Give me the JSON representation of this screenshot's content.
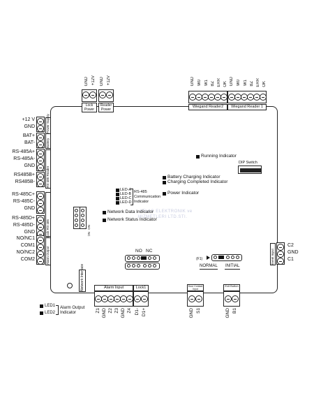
{
  "watermark": {
    "line1": "ATLAS ELEKTRONIK ve",
    "line2": "HIZMETLERI LTD.STI."
  },
  "top_connectors": {
    "left_pins": [
      "GND",
      "+12V",
      "GND",
      "+12V"
    ],
    "lock_power": "Lock Power",
    "reader_power": "Reader Power",
    "wiegand_pins": [
      "GND",
      "W0",
      "W1",
      "BZ",
      "ERR",
      "OK"
    ],
    "wiegand2": "Wiegand Reader2",
    "wiegand1": "Wiegand Reader 1"
  },
  "left_labels": {
    "power": [
      "+12 V",
      "GND"
    ],
    "battery": [
      "BAT+",
      "BAT-"
    ],
    "rs485_reader": [
      "RS-485A+",
      "RS-485A-",
      "GND"
    ],
    "rs485_b": [
      "RS485B+",
      "RS485B-"
    ],
    "rs485_c": [
      "RS-485C+",
      "RS-485C-",
      "GND"
    ],
    "rs485_d": [
      "RS-485D+",
      "RS-485D-",
      "GND"
    ],
    "alarm": [
      "NO/NC1",
      "COM1",
      "NO/NC2",
      "COM2"
    ]
  },
  "block_labels": {
    "power": "Power Supply",
    "battery": "Battery",
    "rs485_reader": "RS-485 Reader",
    "lock": "Lock RS-485",
    "alarm_output": "Alarm Output",
    "network": "Network Interface",
    "event_input": "Event Input",
    "alarm_input": "Alarm Input",
    "lock1": "Lock1",
    "door_contact": "Door Contact Input",
    "exit_button": "Exit Button"
  },
  "indicators": {
    "running": "Running Indicator",
    "dip_switch": "DIP Switch",
    "battery_charging": "Battery Charging Indicator",
    "charging_completed": "Charging Completed Indicator",
    "power": "Power Indicator",
    "led_a": "LED-A",
    "led_b": "LED-B",
    "led_c": "LED-C",
    "led_d": "LED-D",
    "rs485_comm": [
      "RS-485",
      "Communication",
      "Indicator"
    ],
    "network_data": "Network Data Indicator",
    "network_status": "Network Status Indicator",
    "led1": "LED1",
    "led2": "LED2",
    "alarm_output_indicator": [
      "Alarm Output",
      "Indicator"
    ]
  },
  "jumpers": {
    "no": "NO",
    "nc": "NC",
    "f1": "(F1)",
    "normal": "NORMAL",
    "initial": "INITIAL"
  },
  "event_input_pins": [
    "C2",
    "GND",
    "C1"
  ],
  "bottom_pins": {
    "alarm": [
      "Z1",
      "GND",
      "Z2",
      "Z3",
      "GND",
      "Z4"
    ],
    "lock": [
      "D1-",
      "D1+"
    ],
    "door": [
      "GND",
      "S1"
    ],
    "exit": [
      "GND",
      "B1"
    ]
  }
}
